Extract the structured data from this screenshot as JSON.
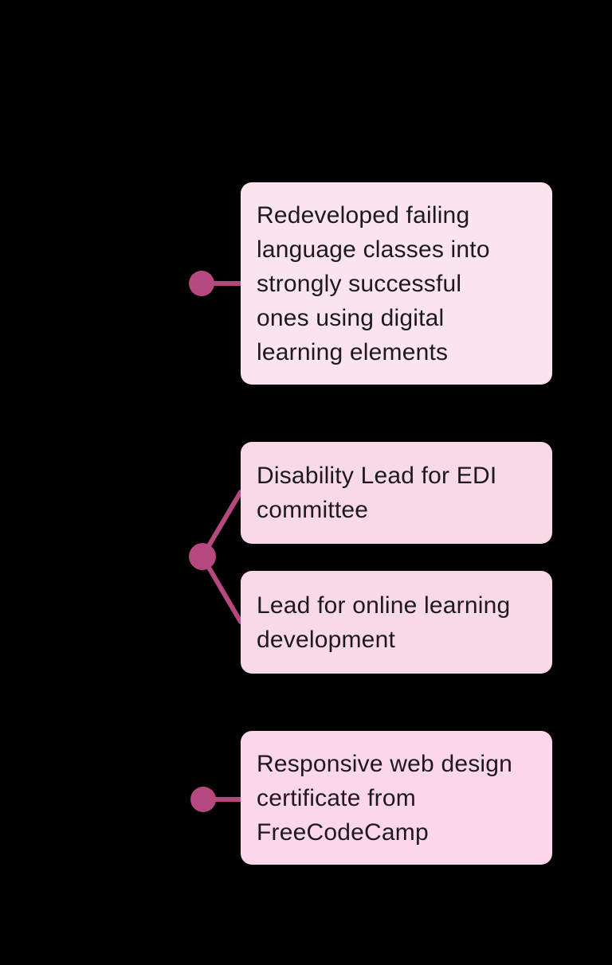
{
  "page": {
    "background_color": "#000000"
  },
  "diagram": {
    "accent_color": "#b5497f",
    "text_color": "#1d1a1d",
    "nodes": [
      {
        "id": "node-1",
        "text": "Redeveloped failing\nlanguage classes into\nstrongly successful\nones using digital\nlearning elements",
        "fill": "#fbe3ef"
      },
      {
        "id": "node-2",
        "text": "Disability Lead for EDI\ncommittee",
        "fill": "#f9d9e7"
      },
      {
        "id": "node-3",
        "text": "Lead for online learning\ndevelopment",
        "fill": "#f9d9e7"
      },
      {
        "id": "node-4",
        "text": "Responsive web design\ncertificate from\nFreeCodeCamp",
        "fill": "#fcd6ea"
      }
    ]
  }
}
